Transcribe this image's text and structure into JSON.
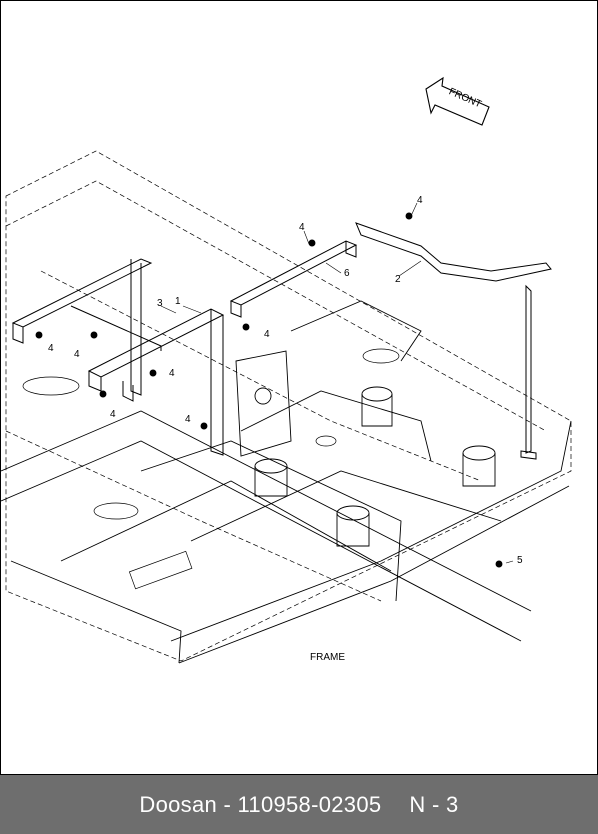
{
  "diagram": {
    "direction_label": "FRONT",
    "caption": "FRAME",
    "callouts": [
      "1",
      "2",
      "3",
      "4",
      "5",
      "6"
    ]
  },
  "footer": {
    "brand_part": "Doosan - 110958-02305",
    "page_ref": "N - 3"
  }
}
